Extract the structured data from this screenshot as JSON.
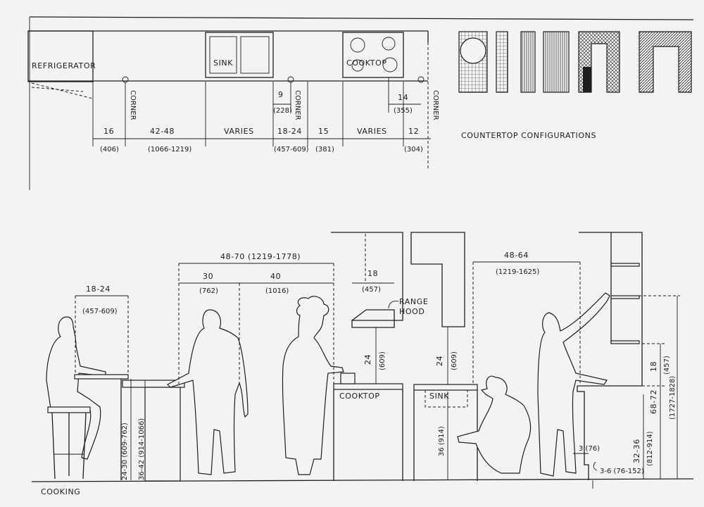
{
  "plan": {
    "refrigerator": "REFRIGERATOR",
    "sink": "SINK",
    "cooktop": "COOKTOP",
    "corner": "CORNER",
    "dims": {
      "d16": "16",
      "d16_mm": "(406)",
      "d4248": "42-48",
      "d4248_mm": "(1066-1219)",
      "varies1": "VARIES",
      "d9": "9",
      "d9_mm": "(228)",
      "d1824": "18-24",
      "d1824_mm": "(457-609)",
      "d15": "15",
      "d15_mm": "(381)",
      "varies2": "VARIES",
      "d14": "14",
      "d14_mm": "(355)",
      "d12": "12",
      "d12_mm": "(304)"
    }
  },
  "configs": {
    "title": "COUNTERTOP CONFIGURATIONS"
  },
  "elevation": {
    "cooking_label": "COOKING",
    "range_hood": [
      "RANGE",
      "HOOD"
    ],
    "cooktop": "COOKTOP",
    "sink": "SINK",
    "dims": {
      "seat_w": "18-24",
      "seat_w_mm": "(457-609)",
      "w4870": "48-70 (1219-1778)",
      "w30": "30",
      "w30_mm": "(762)",
      "w40": "40",
      "w40_mm": "(1016)",
      "hood18": "18",
      "hood18_mm": "(457)",
      "h24_cook": "24",
      "h24_cook_mm": "(609)",
      "tbl_h": "24-30 (609-762)",
      "ctr_h": "36-42 (914-1066)",
      "w4864": "48-64",
      "w4864_mm": "(1219-1625)",
      "h24_sink": "24",
      "h24_sink_mm": "(609)",
      "sink_h": "36 (914)",
      "sh18": "18",
      "sh18_mm": "(457)",
      "reach": "68-72",
      "reach_mm": "(1727-1828)",
      "ctr_h2": "32-36",
      "ctr_h2_mm": "(812-914)",
      "toe3": "3 (76)",
      "toe36": "3-6 (76-152)"
    }
  }
}
